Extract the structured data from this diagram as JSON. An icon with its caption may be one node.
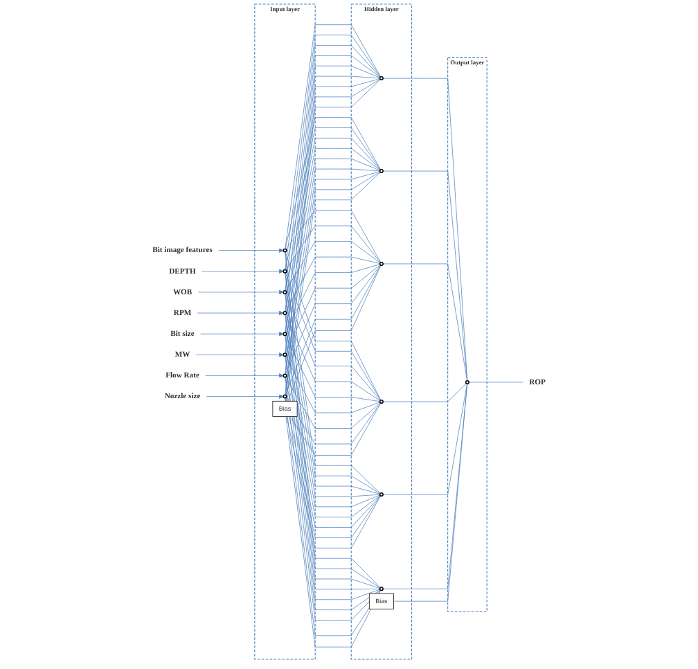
{
  "diagram": {
    "nodes": [
      {
        "text": [
          "Input layer"
        ]
      },
      {
        "text": [],
        "shape": "circle",
        "in": 0
      },
      {
        "text": [],
        "shape": "circle",
        "in": 0
      },
      {
        "text": [],
        "shape": "circle",
        "in": 0
      },
      {
        "text": [],
        "shape": "circle",
        "in": 0
      },
      {
        "text": [],
        "shape": "circle",
        "in": 0
      },
      {
        "text": [],
        "shape": "circle",
        "in": 0
      },
      {
        "text": [],
        "shape": "circle",
        "in": 0
      },
      {
        "text": [],
        "shape": "circle",
        "in": 0
      },
      {
        "text": [
          "Bias"
        ],
        "in": 0
      },
      {
        "text": [
          "Hidden layer"
        ]
      },
      {
        "text": [],
        "shape": "circle",
        "in": 10
      },
      {
        "text": [],
        "shape": "circle",
        "in": 10
      },
      {
        "text": [],
        "shape": "circle",
        "in": 10
      },
      {
        "text": [],
        "shape": "circle",
        "in": 10
      },
      {
        "text": [],
        "shape": "circle",
        "in": 10
      },
      {
        "text": [],
        "shape": "circle",
        "in": 10
      },
      {
        "text": [
          "Bias"
        ],
        "in": 10
      },
      {
        "text": [
          "Output layer"
        ]
      },
      {
        "text": [],
        "shape": "circle",
        "in": 18
      },
      {
        "text": [
          "Bit image features"
        ]
      },
      {
        "text": [
          "DEPTH"
        ]
      },
      {
        "text": [
          "WOB"
        ]
      },
      {
        "text": [
          "RPM"
        ]
      },
      {
        "text": [
          "Bit size"
        ]
      },
      {
        "text": [
          "MW"
        ]
      },
      {
        "text": [
          "Flow Rate"
        ]
      },
      {
        "text": [
          "Nozzle size"
        ]
      },
      {
        "text": [
          "ROP"
        ]
      }
    ],
    "edges": [
      {
        "from": 20,
        "to": 1,
        "arrow": "to"
      },
      {
        "from": 21,
        "to": 2,
        "arrow": "to"
      },
      {
        "from": 22,
        "to": 3,
        "arrow": "to"
      },
      {
        "from": 23,
        "to": 4,
        "arrow": "to"
      },
      {
        "from": 24,
        "to": 5,
        "arrow": "to"
      },
      {
        "from": 25,
        "to": 6,
        "arrow": "to"
      },
      {
        "from": 26,
        "to": 7,
        "arrow": "to"
      },
      {
        "from": 27,
        "to": 8,
        "arrow": "to"
      },
      {
        "from": 1,
        "to": 11,
        "arrow": "none"
      },
      {
        "from": 1,
        "to": 12,
        "arrow": "none"
      },
      {
        "from": 1,
        "to": 13,
        "arrow": "none"
      },
      {
        "from": 1,
        "to": 14,
        "arrow": "none"
      },
      {
        "from": 1,
        "to": 15,
        "arrow": "none"
      },
      {
        "from": 1,
        "to": 16,
        "arrow": "none"
      },
      {
        "from": 2,
        "to": 11,
        "arrow": "none"
      },
      {
        "from": 2,
        "to": 12,
        "arrow": "none"
      },
      {
        "from": 2,
        "to": 13,
        "arrow": "none"
      },
      {
        "from": 2,
        "to": 14,
        "arrow": "none"
      },
      {
        "from": 2,
        "to": 15,
        "arrow": "none"
      },
      {
        "from": 2,
        "to": 16,
        "arrow": "none"
      },
      {
        "from": 3,
        "to": 11,
        "arrow": "none"
      },
      {
        "from": 3,
        "to": 12,
        "arrow": "none"
      },
      {
        "from": 3,
        "to": 13,
        "arrow": "none"
      },
      {
        "from": 3,
        "to": 14,
        "arrow": "none"
      },
      {
        "from": 3,
        "to": 15,
        "arrow": "none"
      },
      {
        "from": 3,
        "to": 16,
        "arrow": "none"
      },
      {
        "from": 4,
        "to": 11,
        "arrow": "none"
      },
      {
        "from": 4,
        "to": 12,
        "arrow": "none"
      },
      {
        "from": 4,
        "to": 13,
        "arrow": "none"
      },
      {
        "from": 4,
        "to": 14,
        "arrow": "none"
      },
      {
        "from": 4,
        "to": 15,
        "arrow": "none"
      },
      {
        "from": 4,
        "to": 16,
        "arrow": "none"
      },
      {
        "from": 5,
        "to": 11,
        "arrow": "none"
      },
      {
        "from": 5,
        "to": 12,
        "arrow": "none"
      },
      {
        "from": 5,
        "to": 13,
        "arrow": "none"
      },
      {
        "from": 5,
        "to": 14,
        "arrow": "none"
      },
      {
        "from": 5,
        "to": 15,
        "arrow": "none"
      },
      {
        "from": 5,
        "to": 16,
        "arrow": "none"
      },
      {
        "from": 6,
        "to": 11,
        "arrow": "none"
      },
      {
        "from": 6,
        "to": 12,
        "arrow": "none"
      },
      {
        "from": 6,
        "to": 13,
        "arrow": "none"
      },
      {
        "from": 6,
        "to": 14,
        "arrow": "none"
      },
      {
        "from": 6,
        "to": 15,
        "arrow": "none"
      },
      {
        "from": 6,
        "to": 16,
        "arrow": "none"
      },
      {
        "from": 7,
        "to": 11,
        "arrow": "none"
      },
      {
        "from": 7,
        "to": 12,
        "arrow": "none"
      },
      {
        "from": 7,
        "to": 13,
        "arrow": "none"
      },
      {
        "from": 7,
        "to": 14,
        "arrow": "none"
      },
      {
        "from": 7,
        "to": 15,
        "arrow": "none"
      },
      {
        "from": 7,
        "to": 16,
        "arrow": "none"
      },
      {
        "from": 8,
        "to": 11,
        "arrow": "none"
      },
      {
        "from": 8,
        "to": 12,
        "arrow": "none"
      },
      {
        "from": 8,
        "to": 13,
        "arrow": "none"
      },
      {
        "from": 8,
        "to": 14,
        "arrow": "none"
      },
      {
        "from": 8,
        "to": 15,
        "arrow": "none"
      },
      {
        "from": 8,
        "to": 16,
        "arrow": "none"
      },
      {
        "from": 9,
        "to": 11,
        "arrow": "none"
      },
      {
        "from": 9,
        "to": 12,
        "arrow": "none"
      },
      {
        "from": 9,
        "to": 13,
        "arrow": "none"
      },
      {
        "from": 9,
        "to": 14,
        "arrow": "none"
      },
      {
        "from": 9,
        "to": 15,
        "arrow": "none"
      },
      {
        "from": 9,
        "to": 16,
        "arrow": "none"
      },
      {
        "from": 11,
        "to": 19,
        "arrow": "none"
      },
      {
        "from": 12,
        "to": 19,
        "arrow": "none"
      },
      {
        "from": 13,
        "to": 19,
        "arrow": "none"
      },
      {
        "from": 14,
        "to": 19,
        "arrow": "none"
      },
      {
        "from": 15,
        "to": 19,
        "arrow": "none"
      },
      {
        "from": 16,
        "to": 19,
        "arrow": "none"
      },
      {
        "from": 17,
        "to": 19,
        "arrow": "none"
      },
      {
        "from": 19,
        "to": 28,
        "arrow": "none"
      }
    ]
  }
}
